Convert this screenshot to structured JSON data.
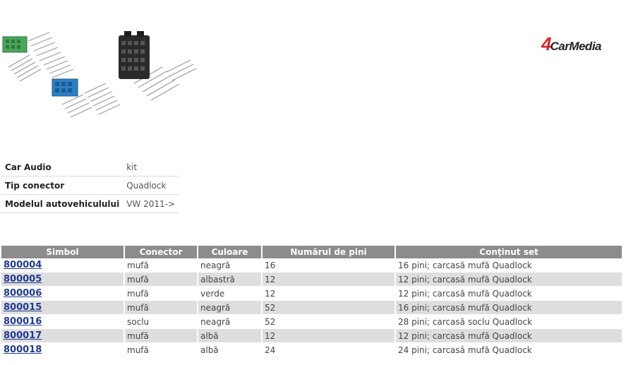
{
  "logo": {
    "four": "4",
    "text": "CarMedia"
  },
  "specs": [
    {
      "label": "Car Audio",
      "value": "kit"
    },
    {
      "label": "Tip conector",
      "value": "Quadlock"
    },
    {
      "label": "Modelul autovehiculului",
      "value": "VW 2011->"
    }
  ],
  "parts": {
    "headers": [
      "Simbol",
      "Conector",
      "Culoare",
      "Numărul de pini",
      "Conţinut set"
    ],
    "rows": [
      {
        "simbol": "800004",
        "conector": "mufă",
        "culoare": "neagră",
        "pini": "16",
        "continut": "16 pini; carcasă mufă Quadlock"
      },
      {
        "simbol": "800005",
        "conector": "mufă",
        "culoare": "albastră",
        "pini": "12",
        "continut": "12 pini; carcasă mufă Quadlock"
      },
      {
        "simbol": "800006",
        "conector": "mufă",
        "culoare": "verde",
        "pini": "12",
        "continut": "12 pini; carcasă mufă Quadlock"
      },
      {
        "simbol": "800015",
        "conector": "mufă",
        "culoare": "neagră",
        "pini": "52",
        "continut": "16 pini; carcasă mufă Quadlock"
      },
      {
        "simbol": "800016",
        "conector": "soclu",
        "culoare": "neagră",
        "pini": "52",
        "continut": "28 pini; carcasă soclu Quadlock"
      },
      {
        "simbol": "800017",
        "conector": "mufă",
        "culoare": "albă",
        "pini": "12",
        "continut": "12 pini; carcasă mufă Quadlock"
      },
      {
        "simbol": "800018",
        "conector": "mufă",
        "culoare": "albă",
        "pini": "24",
        "continut": "24 pini; carcasă mufă Quadlock"
      }
    ]
  },
  "colors": {
    "header_bg": "#8c8c8c",
    "row_alt": "#dedede",
    "link": "#1f3a93",
    "logo_red": "#d5262b"
  }
}
